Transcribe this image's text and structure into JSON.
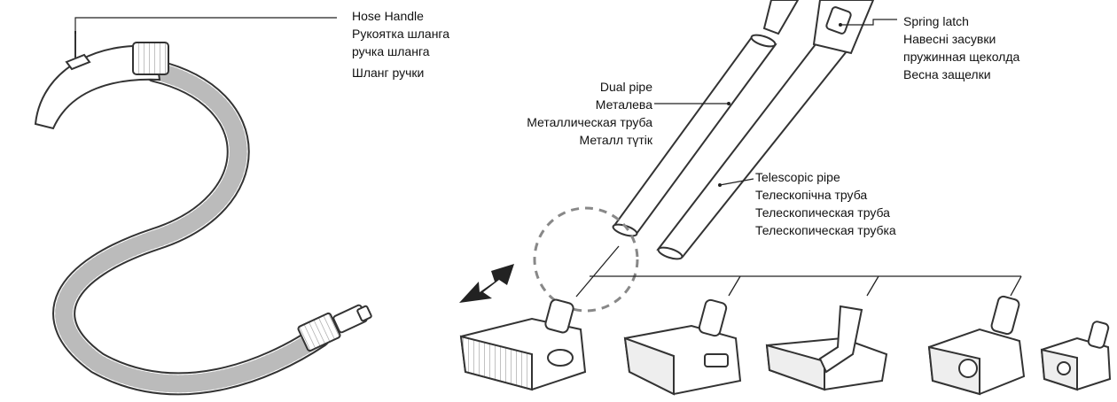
{
  "labels": {
    "hose_handle": [
      "Hose Handle",
      "Рукоятка шланга",
      "ручка шланга",
      "Шланг ручки"
    ],
    "spring_latch": [
      "Spring latch",
      "Навесні засувки",
      "пружинная щеколда",
      "Весна защелки"
    ],
    "dual_pipe": [
      "Dual pipe",
      "Металева",
      "Металлическая труба",
      "Металл түтік"
    ],
    "telescopic_pipe": [
      "Telescopic pipe",
      "Телескопічна труба",
      "Телескопическая труба",
      "Телескопическая трубка"
    ]
  },
  "colors": {
    "line": "#222222",
    "stroke": "#333333",
    "fill": "#ffffff",
    "shade": "#e6e6e6"
  }
}
